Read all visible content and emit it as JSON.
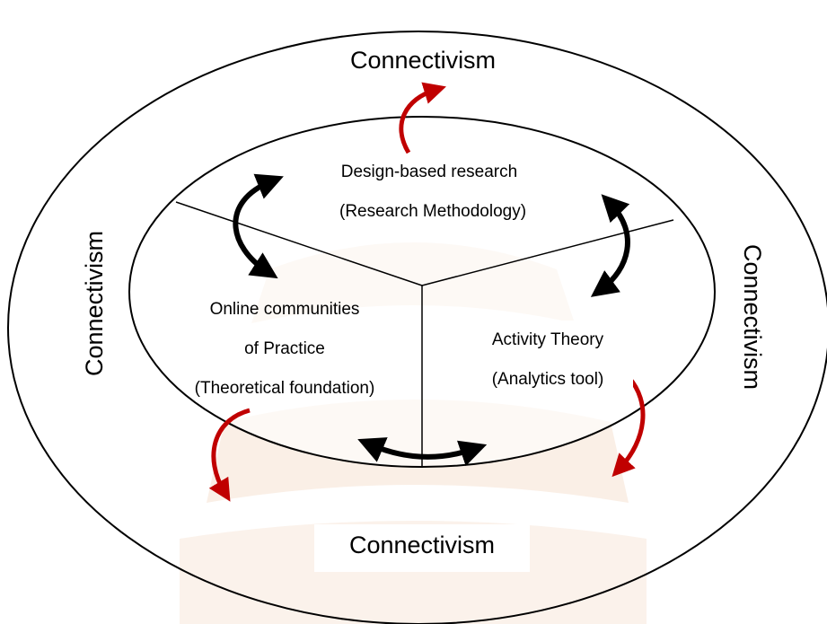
{
  "outer_labels": {
    "top": "Connectivism",
    "left": "Connectivism",
    "right": "Connectivism",
    "bottom": "Connectivism"
  },
  "segments": {
    "design": {
      "line1": "Design-based research",
      "line2": "(Research Methodology)"
    },
    "communities": {
      "line1": "Online communities",
      "line2": "of Practice",
      "line3": "(Theoretical foundation)"
    },
    "activity": {
      "line1": "Activity Theory",
      "line2": "(Analytics tool)"
    }
  },
  "colors": {
    "stroke": "#000000",
    "red_arrow": "#c00000",
    "black_arrow": "#000000",
    "watermark": "#f3dcc9"
  }
}
